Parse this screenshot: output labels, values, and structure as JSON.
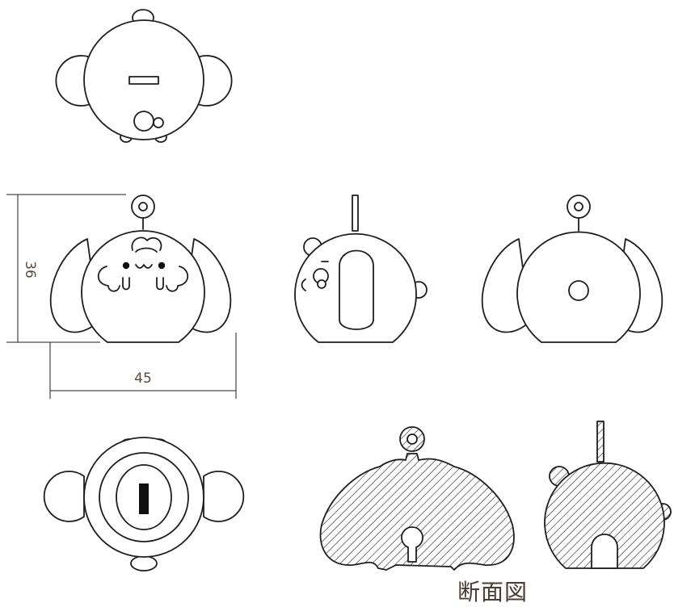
{
  "dimensions": {
    "height_label": "36",
    "width_label": "45"
  },
  "section_label": "断面図",
  "colors": {
    "line": "#1e1e1e",
    "dimension_text": "#5a4a40",
    "label_text": "#4a3c34",
    "background": "#ffffff"
  }
}
